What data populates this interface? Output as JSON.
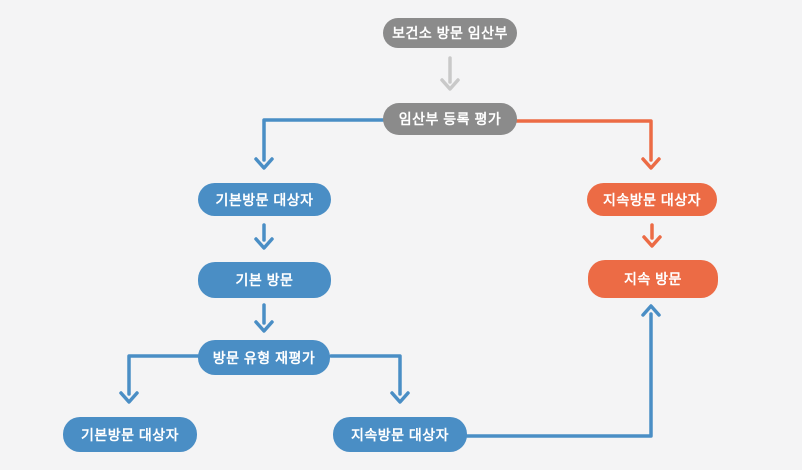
{
  "colors": {
    "background": "#f4f4f5",
    "blue": "#4a8ec5",
    "orange": "#ec6b45",
    "gray": "#8b8b8b",
    "gray-arrow": "#c9c9c9",
    "text": "#ffffff"
  },
  "nodes": {
    "health_center_visit": "보건소 방문 임산부",
    "registration_eval": "임산부 등록 평가",
    "basic_visit_target": "기본방문 대상자",
    "basic_visit": "기본 방문",
    "visit_type_reeval": "방문 유형 재평가",
    "basic_visit_target_final": "기본방문 대상자",
    "continuous_visit_target_final": "지속방문 대상자",
    "continuous_visit_target": "지속방문 대상자",
    "continuous_visit": "지속 방문"
  }
}
